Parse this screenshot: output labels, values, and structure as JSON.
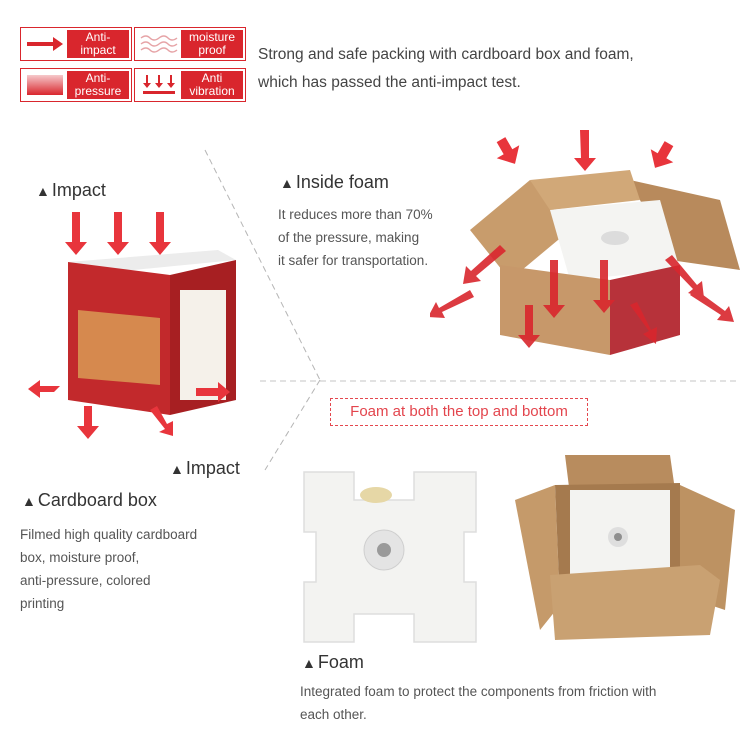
{
  "badges": [
    {
      "label_line1": "Anti-",
      "label_line2": "impact",
      "icon": "right-arrow-icon"
    },
    {
      "label_line1": "moisture",
      "label_line2": "proof",
      "icon": "wavy-lines-icon"
    },
    {
      "label_line1": "Anti-",
      "label_line2": "pressure",
      "icon": "pressure-gradient-icon"
    },
    {
      "label_line1": "Anti",
      "label_line2": "vibration",
      "icon": "vibration-arrows-icon"
    }
  ],
  "intro": {
    "line1": "Strong and safe packing with cardboard box and foam,",
    "line2": "which has passed the anti-impact test."
  },
  "impact_top": "Impact",
  "impact_bottom": "Impact",
  "inside_foam": {
    "title": "Inside foam",
    "line1": "It reduces more than 70%",
    "line2": "of the pressure, making",
    "line3": "it safer for transportation."
  },
  "callout": "Foam at both the top and bottom",
  "cardboard": {
    "title": "Cardboard box",
    "line1": "Filmed high quality cardboard",
    "line2": "box, moisture proof,",
    "line3": "anti-pressure, colored",
    "line4": "printing"
  },
  "foam": {
    "title": "Foam",
    "line1": "Integrated foam to protect the components from friction with",
    "line2": "each other."
  },
  "colors": {
    "accent": "#d9262d",
    "arrow": "#e8353c",
    "cardboard": "#c89c6c",
    "foam": "#f3f3f1"
  }
}
